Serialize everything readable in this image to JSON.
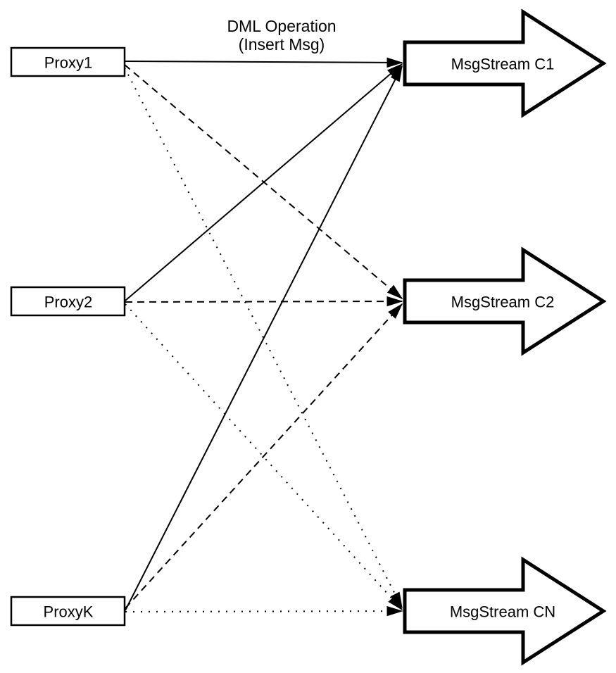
{
  "diagram": {
    "type": "flow-diagram",
    "annotation": {
      "line1": "DML Operation",
      "line2": "(Insert Msg)"
    },
    "proxies": [
      {
        "label": "Proxy1"
      },
      {
        "label": "Proxy2"
      },
      {
        "label": "ProxyK"
      }
    ],
    "streams": [
      {
        "label": "MsgStream C1"
      },
      {
        "label": "MsgStream C2"
      },
      {
        "label": "MsgStream CN"
      }
    ],
    "edges": [
      {
        "from": "Proxy1",
        "to": "MsgStream C1",
        "style": "solid"
      },
      {
        "from": "Proxy2",
        "to": "MsgStream C1",
        "style": "solid"
      },
      {
        "from": "ProxyK",
        "to": "MsgStream C1",
        "style": "solid"
      },
      {
        "from": "Proxy1",
        "to": "MsgStream C2",
        "style": "dashed"
      },
      {
        "from": "Proxy2",
        "to": "MsgStream C2",
        "style": "dashed"
      },
      {
        "from": "ProxyK",
        "to": "MsgStream C2",
        "style": "dashed"
      },
      {
        "from": "Proxy1",
        "to": "MsgStream CN",
        "style": "dotted"
      },
      {
        "from": "Proxy2",
        "to": "MsgStream CN",
        "style": "dotted"
      },
      {
        "from": "ProxyK",
        "to": "MsgStream CN",
        "style": "dotted"
      }
    ],
    "colors": {
      "stroke": "#000000",
      "fill": "#ffffff"
    }
  }
}
